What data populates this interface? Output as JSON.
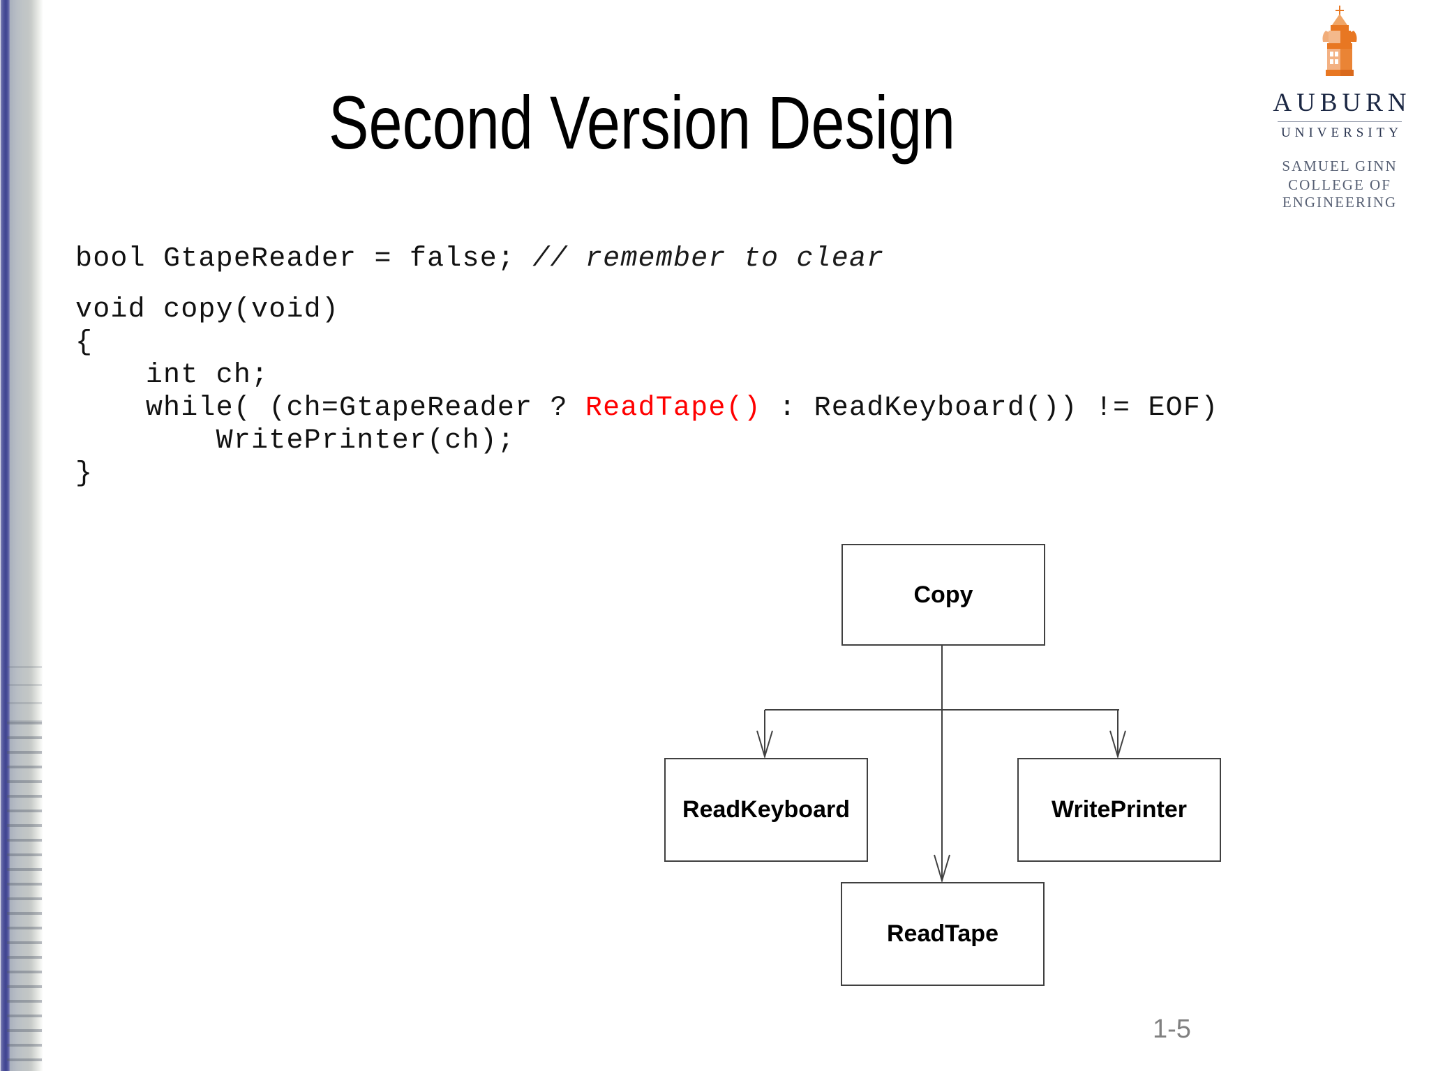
{
  "slide": {
    "title": "Second Version Design",
    "page_number": "1-5",
    "background_color": "#ffffff"
  },
  "logo": {
    "institution": "AUBURN",
    "institution_sub": "UNIVERSITY",
    "college_line1": "SAMUEL GINN",
    "college_line2": "COLLEGE OF ENGINEERING",
    "tower_icon": "auburn-clock-tower-icon",
    "brand_orange": "#e87722",
    "brand_navy": "#1b2743"
  },
  "code": {
    "highlight_color": "#ff0000",
    "lines": [
      {
        "id": "line1",
        "text": "bool GtapeReader = false; ",
        "comment": "// remember to clear"
      },
      {
        "id": "blank1",
        "text": ""
      },
      {
        "id": "line2",
        "text": "void copy(void)"
      },
      {
        "id": "line3",
        "text": "{"
      },
      {
        "id": "line4",
        "text": "    int ch;"
      },
      {
        "id": "line5a",
        "text": "    while( (ch=GtapeReader ? "
      },
      {
        "id": "line5b",
        "text": "ReadTape()",
        "highlight": true
      },
      {
        "id": "line5c",
        "text": " : ReadKeyboard()) != EOF)"
      },
      {
        "id": "line6",
        "text": "        WritePrinter(ch);"
      },
      {
        "id": "line7",
        "text": "}"
      }
    ]
  },
  "diagram": {
    "type": "call-hierarchy",
    "nodes": [
      {
        "id": "copy",
        "label": "Copy"
      },
      {
        "id": "readkeyboard",
        "label": "ReadKeyboard"
      },
      {
        "id": "writeprinter",
        "label": "WritePrinter"
      },
      {
        "id": "readtape",
        "label": "ReadTape"
      }
    ],
    "edges": [
      {
        "from": "copy",
        "to": "readkeyboard"
      },
      {
        "from": "copy",
        "to": "writeprinter"
      },
      {
        "from": "copy",
        "to": "readtape"
      }
    ],
    "line_color": "#404040"
  }
}
